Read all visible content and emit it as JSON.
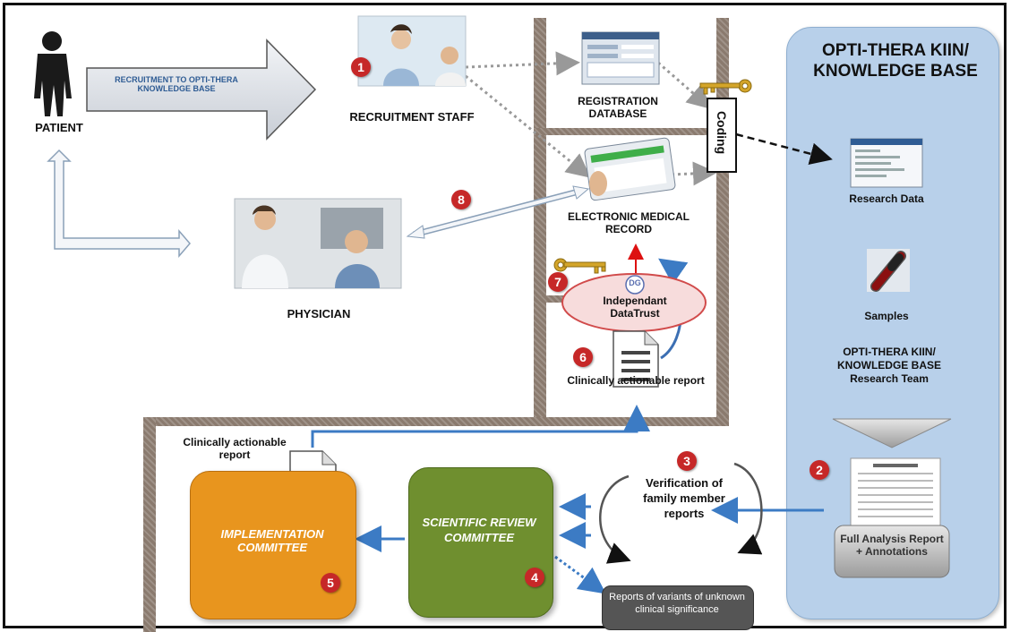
{
  "patient": {
    "label": "PATIENT"
  },
  "recruit_arrow": {
    "label": "RECRUITMENT TO OPTI-THERA KNOWLEDGE BASE"
  },
  "recruitment_staff": {
    "label": "RECRUITMENT STAFF"
  },
  "registration": {
    "label": "REGISTRATION DATABASE"
  },
  "coding": {
    "label": "Coding"
  },
  "emr": {
    "label": "ELECTRONIC MEDICAL RECORD"
  },
  "physician": {
    "label": "PHYSICIAN"
  },
  "datatrust": {
    "logo": "DG",
    "label": "Independant DataTrust"
  },
  "report_top": {
    "label": "Clinically actionable report"
  },
  "report_left": {
    "label": "Clinically actionable report"
  },
  "kb": {
    "title": "OPTI-THERA KIIN/ KNOWLEDGE BASE",
    "research_data": "Research Data",
    "samples": "Samples",
    "team": "OPTI-THERA KIIN/ KNOWLEDGE BASE Research Team",
    "full_analysis": "Full Analysis Report + Annotations",
    "bg_color": "#b8d0ea"
  },
  "verification": {
    "label": "Verification of family member reports"
  },
  "scientific_committee": {
    "label": "SCIENTIFIC REVIEW COMMITTEE",
    "color": "#6f8f2f"
  },
  "implementation_committee": {
    "label": "IMPLEMENTATION COMMITTEE",
    "color": "#e8951e"
  },
  "variants": {
    "label": "Reports of variants of unknown clinical significance"
  },
  "badges": {
    "b1": "1",
    "b2": "2",
    "b3": "3",
    "b4": "4",
    "b5": "5",
    "b6": "6",
    "b7": "7",
    "b8": "8"
  }
}
